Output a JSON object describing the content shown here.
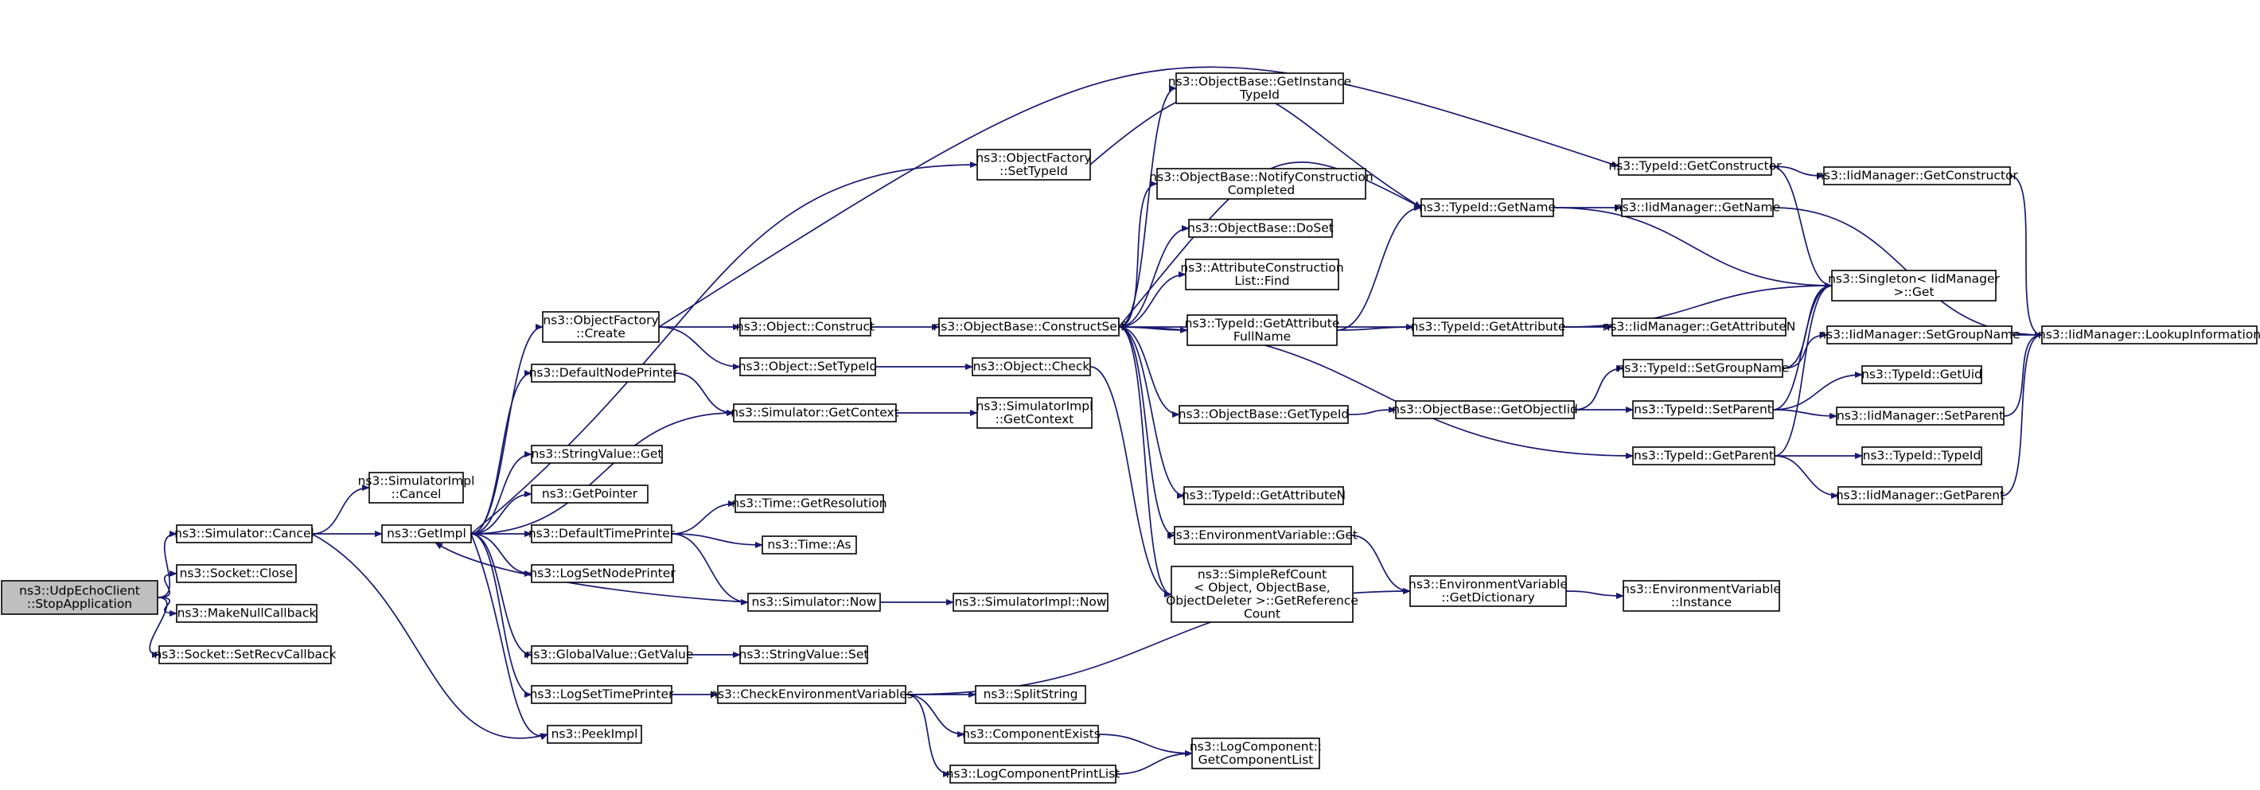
{
  "graph": {
    "colors": {
      "edge": "#191970",
      "root_fill": "#bfbfbf",
      "node_fill": "#ffffff",
      "node_border": "#000000"
    },
    "nodes": [
      {
        "id": "root",
        "lines": [
          "ns3::UdpEchoClient",
          "::StopApplication"
        ],
        "root": true
      },
      {
        "id": "simcancel",
        "lines": [
          "ns3::Simulator::Cancel"
        ]
      },
      {
        "id": "sockclose",
        "lines": [
          "ns3::Socket::Close"
        ]
      },
      {
        "id": "makenull",
        "lines": [
          "ns3::MakeNullCallback"
        ]
      },
      {
        "id": "setrecv",
        "lines": [
          "ns3::Socket::SetRecvCallback"
        ]
      },
      {
        "id": "simimplcancel",
        "lines": [
          "ns3::SimulatorImpl",
          "::Cancel"
        ]
      },
      {
        "id": "getimpl",
        "lines": [
          "ns3::GetImpl"
        ]
      },
      {
        "id": "peekimpl",
        "lines": [
          "ns3::PeekImpl"
        ]
      },
      {
        "id": "ofcreate",
        "lines": [
          "ns3::ObjectFactory",
          "::Create"
        ]
      },
      {
        "id": "defnodeprinter",
        "lines": [
          "ns3::DefaultNodePrinter"
        ]
      },
      {
        "id": "strvalget",
        "lines": [
          "ns3::StringValue::Get"
        ]
      },
      {
        "id": "getpointer",
        "lines": [
          "ns3::GetPointer"
        ]
      },
      {
        "id": "deftimeprinter",
        "lines": [
          "ns3::DefaultTimePrinter"
        ]
      },
      {
        "id": "logsetnode",
        "lines": [
          "ns3::LogSetNodePrinter"
        ]
      },
      {
        "id": "gvgetvalue",
        "lines": [
          "ns3::GlobalValue::GetValue"
        ]
      },
      {
        "id": "logsettime",
        "lines": [
          "ns3::LogSetTimePrinter"
        ]
      },
      {
        "id": "ofsettypeid",
        "lines": [
          "ns3::ObjectFactory",
          "::SetTypeId"
        ]
      },
      {
        "id": "objconstruct",
        "lines": [
          "ns3::Object::Construct"
        ]
      },
      {
        "id": "objsettypeid",
        "lines": [
          "ns3::Object::SetTypeId"
        ]
      },
      {
        "id": "simgetcontext",
        "lines": [
          "ns3::Simulator::GetContext"
        ]
      },
      {
        "id": "timegetres",
        "lines": [
          "ns3::Time::GetResolution"
        ]
      },
      {
        "id": "timeas",
        "lines": [
          "ns3::Time::As"
        ]
      },
      {
        "id": "simnow",
        "lines": [
          "ns3::Simulator::Now"
        ]
      },
      {
        "id": "strvalset",
        "lines": [
          "ns3::StringValue::Set"
        ]
      },
      {
        "id": "checkenv",
        "lines": [
          "ns3::CheckEnvironmentVariables"
        ]
      },
      {
        "id": "objcheck",
        "lines": [
          "ns3::Object::Check"
        ]
      },
      {
        "id": "simimplgetctx",
        "lines": [
          "ns3::SimulatorImpl",
          "::GetContext"
        ]
      },
      {
        "id": "simimplnow",
        "lines": [
          "ns3::SimulatorImpl::Now"
        ]
      },
      {
        "id": "splitstring",
        "lines": [
          "ns3::SplitString"
        ]
      },
      {
        "id": "compexists",
        "lines": [
          "ns3::ComponentExists"
        ]
      },
      {
        "id": "logcompprint",
        "lines": [
          "ns3::LogComponentPrintList"
        ]
      },
      {
        "id": "obconstructself",
        "lines": [
          "ns3::ObjectBase::ConstructSelf"
        ]
      },
      {
        "id": "obgetinst",
        "lines": [
          "ns3::ObjectBase::GetInstance",
          "TypeId"
        ]
      },
      {
        "id": "obnotify",
        "lines": [
          "ns3::ObjectBase::NotifyConstruction",
          "Completed"
        ]
      },
      {
        "id": "obdoset",
        "lines": [
          "ns3::ObjectBase::DoSet"
        ]
      },
      {
        "id": "attrconstrfind",
        "lines": [
          "ns3::AttributeConstruction",
          "List::Find"
        ]
      },
      {
        "id": "tidgetattrfull",
        "lines": [
          "ns3::TypeId::GetAttribute",
          "FullName"
        ]
      },
      {
        "id": "obgettypeid",
        "lines": [
          "ns3::ObjectBase::GetTypeId"
        ]
      },
      {
        "id": "tidgetattrn",
        "lines": [
          "ns3::TypeId::GetAttributeN"
        ]
      },
      {
        "id": "envget",
        "lines": [
          "ns3::EnvironmentVariable::Get"
        ]
      },
      {
        "id": "simplerefcount",
        "lines": [
          "ns3::SimpleRefCount",
          "< Object, ObjectBase,",
          "ObjectDeleter >::GetReference",
          "Count"
        ]
      },
      {
        "id": "logcompgetlist",
        "lines": [
          "ns3::LogComponent::",
          "GetComponentList"
        ]
      },
      {
        "id": "tidgetname",
        "lines": [
          "ns3::TypeId::GetName"
        ]
      },
      {
        "id": "tidgetattr",
        "lines": [
          "ns3::TypeId::GetAttribute"
        ]
      },
      {
        "id": "obgetobjectiid",
        "lines": [
          "ns3::ObjectBase::GetObjectIid"
        ]
      },
      {
        "id": "envgetdict",
        "lines": [
          "ns3::EnvironmentVariable",
          "::GetDictionary"
        ]
      },
      {
        "id": "tidgetconstructor",
        "lines": [
          "ns3::TypeId::GetConstructor"
        ]
      },
      {
        "id": "iidgetname",
        "lines": [
          "ns3::IidManager::GetName"
        ]
      },
      {
        "id": "iidgetattrn",
        "lines": [
          "ns3::IidManager::GetAttributeN"
        ]
      },
      {
        "id": "tidsetgroupname",
        "lines": [
          "ns3::TypeId::SetGroupName"
        ]
      },
      {
        "id": "tidsetparent",
        "lines": [
          "ns3::TypeId::SetParent"
        ]
      },
      {
        "id": "tidgetparent",
        "lines": [
          "ns3::TypeId::GetParent"
        ]
      },
      {
        "id": "envinstance",
        "lines": [
          "ns3::EnvironmentVariable",
          "::Instance"
        ]
      },
      {
        "id": "iidgetconstructor",
        "lines": [
          "ns3::IidManager::GetConstructor"
        ]
      },
      {
        "id": "singletonget",
        "lines": [
          "ns3::Singleton< IidManager",
          " >::Get"
        ]
      },
      {
        "id": "iidsetgroupname",
        "lines": [
          "ns3::IidManager::SetGroupName"
        ]
      },
      {
        "id": "tidgetuid",
        "lines": [
          "ns3::TypeId::GetUid"
        ]
      },
      {
        "id": "iidsetparent",
        "lines": [
          "ns3::IidManager::SetParent"
        ]
      },
      {
        "id": "tidtypeid",
        "lines": [
          "ns3::TypeId::TypeId"
        ]
      },
      {
        "id": "iidgetparent",
        "lines": [
          "ns3::IidManager::GetParent"
        ]
      },
      {
        "id": "iidlookup",
        "lines": [
          "ns3::IidManager::LookupInformation"
        ]
      }
    ],
    "edges": [
      [
        "root",
        "simcancel"
      ],
      [
        "root",
        "sockclose"
      ],
      [
        "root",
        "makenull"
      ],
      [
        "root",
        "setrecv"
      ],
      [
        "simcancel",
        "simimplcancel"
      ],
      [
        "simcancel",
        "getimpl"
      ],
      [
        "simcancel",
        "peekimpl"
      ],
      [
        "getimpl",
        "ofcreate"
      ],
      [
        "getimpl",
        "defnodeprinter"
      ],
      [
        "getimpl",
        "simgetcontext"
      ],
      [
        "getimpl",
        "strvalget"
      ],
      [
        "getimpl",
        "getpointer"
      ],
      [
        "getimpl",
        "deftimeprinter"
      ],
      [
        "getimpl",
        "logsetnode"
      ],
      [
        "getimpl",
        "gvgetvalue"
      ],
      [
        "getimpl",
        "logsettime"
      ],
      [
        "getimpl",
        "peekimpl"
      ],
      [
        "getimpl",
        "ofsettypeid"
      ],
      [
        "ofcreate",
        "objconstruct"
      ],
      [
        "ofcreate",
        "objsettypeid"
      ],
      [
        "ofcreate",
        "tidgetconstructor"
      ],
      [
        "defnodeprinter",
        "simgetcontext"
      ],
      [
        "deftimeprinter",
        "timegetres"
      ],
      [
        "deftimeprinter",
        "timeas"
      ],
      [
        "deftimeprinter",
        "simnow"
      ],
      [
        "gvgetvalue",
        "strvalset"
      ],
      [
        "logsettime",
        "checkenv"
      ],
      [
        "ofsettypeid",
        "tidgetname"
      ],
      [
        "objconstruct",
        "obconstructself"
      ],
      [
        "objsettypeid",
        "objcheck"
      ],
      [
        "objcheck",
        "simplerefcount"
      ],
      [
        "simgetcontext",
        "simimplgetctx"
      ],
      [
        "simnow",
        "simimplnow"
      ],
      [
        "simnow",
        "getimpl"
      ],
      [
        "checkenv",
        "splitstring"
      ],
      [
        "checkenv",
        "compexists"
      ],
      [
        "checkenv",
        "logcompprint"
      ],
      [
        "checkenv",
        "envgetdict"
      ],
      [
        "compexists",
        "logcompgetlist"
      ],
      [
        "logcompprint",
        "logcompgetlist"
      ],
      [
        "obconstructself",
        "obgetinst"
      ],
      [
        "obconstructself",
        "tidgetname"
      ],
      [
        "obconstructself",
        "obnotify"
      ],
      [
        "obconstructself",
        "obdoset"
      ],
      [
        "obconstructself",
        "attrconstrfind"
      ],
      [
        "obconstructself",
        "tidgetattrfull"
      ],
      [
        "obconstructself",
        "tidgetattr"
      ],
      [
        "obconstructself",
        "obgettypeid"
      ],
      [
        "obconstructself",
        "tidgetparent"
      ],
      [
        "obconstructself",
        "tidgetattrn"
      ],
      [
        "obconstructself",
        "envget"
      ],
      [
        "obconstructself",
        "simplerefcount"
      ],
      [
        "tidgetattrfull",
        "tidgetname"
      ],
      [
        "tidgetattrfull",
        "tidgetattr"
      ],
      [
        "obgettypeid",
        "obgetobjectiid"
      ],
      [
        "envget",
        "envgetdict"
      ],
      [
        "tidgetname",
        "iidgetname"
      ],
      [
        "tidgetname",
        "singletonget"
      ],
      [
        "tidgetattr",
        "iidgetattrn"
      ],
      [
        "tidgetattr",
        "singletonget"
      ],
      [
        "obgetobjectiid",
        "tidsetgroupname"
      ],
      [
        "obgetobjectiid",
        "tidsetparent"
      ],
      [
        "envgetdict",
        "envinstance"
      ],
      [
        "tidgetconstructor",
        "iidgetconstructor"
      ],
      [
        "tidgetconstructor",
        "singletonget"
      ],
      [
        "iidgetconstructor",
        "iidlookup"
      ],
      [
        "iidgetname",
        "iidlookup"
      ],
      [
        "tidsetgroupname",
        "singletonget"
      ],
      [
        "tidsetgroupname",
        "iidsetgroupname"
      ],
      [
        "tidsetparent",
        "singletonget"
      ],
      [
        "tidsetparent",
        "tidgetuid"
      ],
      [
        "tidsetparent",
        "iidsetparent"
      ],
      [
        "tidgetparent",
        "singletonget"
      ],
      [
        "tidgetparent",
        "tidtypeid"
      ],
      [
        "tidgetparent",
        "iidgetparent"
      ],
      [
        "iidsetgroupname",
        "iidlookup"
      ],
      [
        "iidsetparent",
        "iidlookup"
      ],
      [
        "iidgetparent",
        "iidlookup"
      ]
    ]
  }
}
